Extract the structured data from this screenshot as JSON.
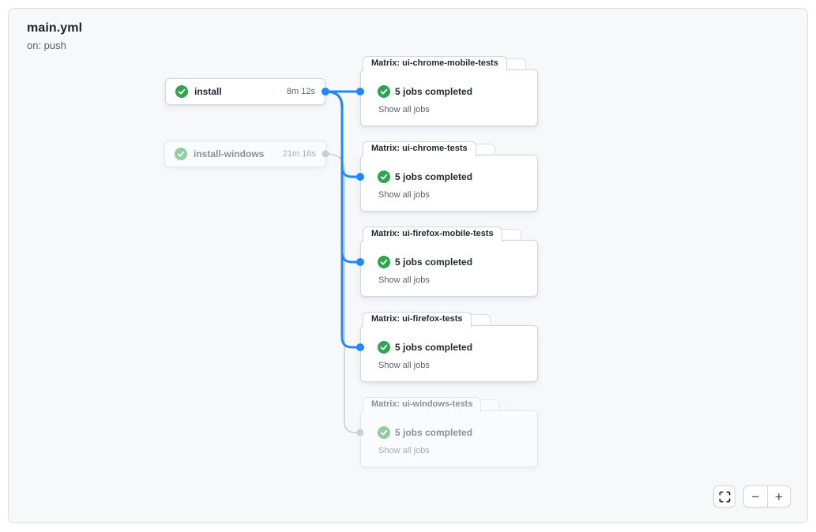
{
  "header": {
    "title": "main.yml",
    "trigger": "on: push"
  },
  "graph": {
    "jobs": [
      {
        "label": "install",
        "duration": "8m 12s",
        "status": "success",
        "faded": false
      },
      {
        "label": "install-windows",
        "duration": "21m 16s",
        "status": "success",
        "faded": true
      }
    ],
    "matrix_nodes": [
      {
        "tab": "Matrix: ui-chrome-mobile-tests",
        "summary": "5 jobs completed",
        "link_label": "Show all jobs",
        "status": "success",
        "faded": false
      },
      {
        "tab": "Matrix: ui-chrome-tests",
        "summary": "5 jobs completed",
        "link_label": "Show all jobs",
        "status": "success",
        "faded": false
      },
      {
        "tab": "Matrix: ui-firefox-mobile-tests",
        "summary": "5 jobs completed",
        "link_label": "Show all jobs",
        "status": "success",
        "faded": false
      },
      {
        "tab": "Matrix: ui-firefox-tests",
        "summary": "5 jobs completed",
        "link_label": "Show all jobs",
        "status": "success",
        "faded": false
      },
      {
        "tab": "Matrix: ui-windows-tests",
        "summary": "5 jobs completed",
        "link_label": "Show all jobs",
        "status": "success",
        "faded": true
      }
    ]
  },
  "controls": {
    "zoom_out_label": "−",
    "zoom_in_label": "+"
  },
  "icons": {
    "status_success": "check-circle",
    "fit_view": "fit-screen",
    "zoom_out": "minus",
    "zoom_in": "plus"
  },
  "colors": {
    "accent_blue": "#2088ff",
    "success_green": "#2da44e",
    "faded_green": "#96d8ab",
    "edge_gray": "#d0d7de",
    "canvas_bg": "#f6f8fa",
    "card_border": "#d0d7de",
    "text_primary": "#24292f",
    "text_muted": "#59636e"
  }
}
